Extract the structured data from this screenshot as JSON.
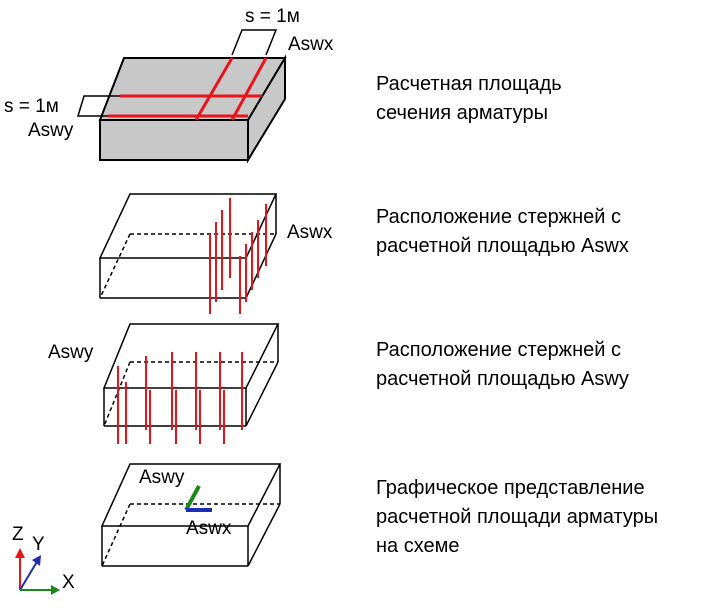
{
  "panels": [
    {
      "caption": [
        "Расчетная площадь",
        "сечения арматуры"
      ],
      "labels": {
        "s_x": "s = 1м",
        "aswx": "Aswx",
        "s_y": "s = 1м",
        "aswy": "Aswy"
      }
    },
    {
      "caption": [
        "Расположение стержней с",
        "расчетной площадью Aswx"
      ],
      "labels": {
        "aswx": "Aswx"
      }
    },
    {
      "caption": [
        "Расположение стержней с",
        "расчетной площадью Aswy"
      ],
      "labels": {
        "aswy": "Aswy"
      }
    },
    {
      "caption": [
        "Графическое представление",
        "расчетной площади арматуры",
        "на схеме"
      ],
      "labels": {
        "aswy": "Aswy",
        "aswx": "Aswx"
      }
    }
  ],
  "axes": {
    "z": "Z",
    "y": "Y",
    "x": "X"
  },
  "colors": {
    "rebar": "#e8141c",
    "slab_fill": "#c8c8c8",
    "edge": "#000000",
    "symbol_y": "#1a8a1a",
    "symbol_x": "#1c2db8",
    "axis_z": "#e8141c",
    "axis_y": "#1c2db8",
    "axis_x": "#1a8a1a"
  }
}
